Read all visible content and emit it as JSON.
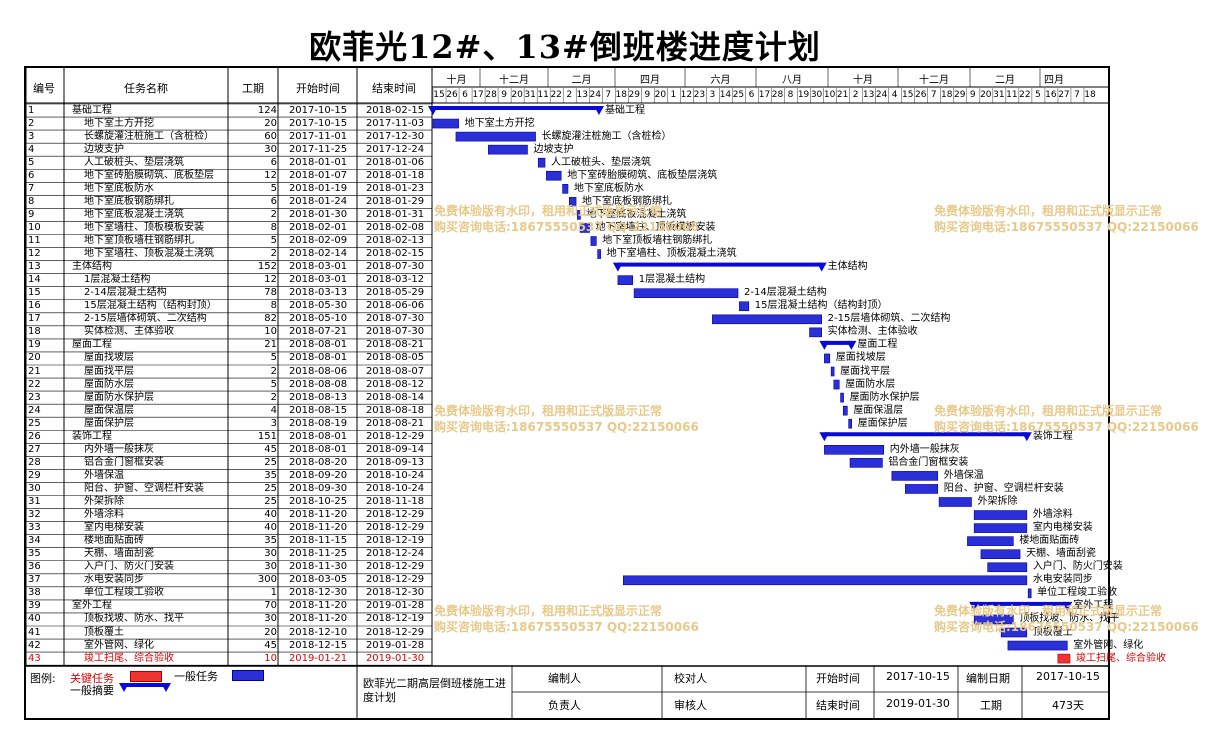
{
  "title": "欧菲光12#、13#倒班楼进度计划",
  "headers": {
    "id": "编号",
    "name": "任务名称",
    "duration": "工期",
    "start": "开始时间",
    "end": "结束时间"
  },
  "timescale": {
    "months": [
      "十月",
      "十二月",
      "二月",
      "四月",
      "六月",
      "八月",
      "十月",
      "十二月",
      "二月",
      "四月"
    ],
    "days": [
      "15",
      "26",
      "6",
      "17",
      "28",
      "9",
      "20",
      "31",
      "11",
      "22",
      "2",
      "13",
      "24",
      "7",
      "18",
      "29",
      "9",
      "20",
      "1",
      "12",
      "23",
      "3",
      "14",
      "25",
      "6",
      "17",
      "28",
      "8",
      "19",
      "30",
      "10",
      "21",
      "2",
      "13",
      "24",
      "4",
      "15",
      "26",
      "7",
      "18",
      "29",
      "9",
      "20",
      "31",
      "11",
      "22",
      "5",
      "16",
      "27",
      "7",
      "18"
    ]
  },
  "tasks": [
    {
      "id": "1",
      "name": "基础工程",
      "dur": "124",
      "start": "2017-10-15",
      "end": "2018-02-15",
      "label": "基础工程",
      "kind": "summary",
      "critical": false
    },
    {
      "id": "2",
      "name": "地下室土方开挖",
      "dur": "20",
      "start": "2017-10-15",
      "end": "2017-11-03",
      "label": "地下室土方开挖",
      "kind": "normal",
      "critical": false
    },
    {
      "id": "3",
      "name": "长螺旋灌注桩施工（含桩检）",
      "dur": "60",
      "start": "2017-11-01",
      "end": "2017-12-30",
      "label": "长螺旋灌注桩施工（含桩检）",
      "kind": "normal",
      "critical": false
    },
    {
      "id": "4",
      "name": "边坡支护",
      "dur": "30",
      "start": "2017-11-25",
      "end": "2017-12-24",
      "label": "边坡支护",
      "kind": "normal",
      "critical": false
    },
    {
      "id": "5",
      "name": "人工破桩头、垫层浇筑",
      "dur": "6",
      "start": "2018-01-01",
      "end": "2018-01-06",
      "label": "人工破桩头、垫层浇筑",
      "kind": "normal",
      "critical": false
    },
    {
      "id": "6",
      "name": "地下室砖胎膜砌筑、底板垫层",
      "dur": "12",
      "start": "2018-01-07",
      "end": "2018-01-18",
      "label": "地下室砖胎膜砌筑、底板垫层浇筑",
      "kind": "normal",
      "critical": false
    },
    {
      "id": "7",
      "name": "地下室底板防水",
      "dur": "5",
      "start": "2018-01-19",
      "end": "2018-01-23",
      "label": "地下室底板防水",
      "kind": "normal",
      "critical": false
    },
    {
      "id": "8",
      "name": "地下室底板钢筋绑扎",
      "dur": "6",
      "start": "2018-01-24",
      "end": "2018-01-29",
      "label": "地下室底板钢筋绑扎",
      "kind": "normal",
      "critical": false
    },
    {
      "id": "9",
      "name": "地下室底板混凝土浇筑",
      "dur": "2",
      "start": "2018-01-30",
      "end": "2018-01-31",
      "label": "地下室底板混凝土浇筑",
      "kind": "normal",
      "critical": false
    },
    {
      "id": "10",
      "name": "地下室墙柱、顶板模板安装",
      "dur": "8",
      "start": "2018-02-01",
      "end": "2018-02-08",
      "label": "地下室墙柱、顶板模板安装",
      "kind": "normal",
      "critical": false
    },
    {
      "id": "11",
      "name": "地下室顶板墙柱钢筋绑扎",
      "dur": "5",
      "start": "2018-02-09",
      "end": "2018-02-13",
      "label": "地下室顶板墙柱钢筋绑扎",
      "kind": "normal",
      "critical": false
    },
    {
      "id": "12",
      "name": "地下室墙柱、顶板混凝土浇筑",
      "dur": "2",
      "start": "2018-02-14",
      "end": "2018-02-15",
      "label": "地下室墙柱、顶板混凝土浇筑",
      "kind": "normal",
      "critical": false
    },
    {
      "id": "13",
      "name": "主体结构",
      "dur": "152",
      "start": "2018-03-01",
      "end": "2018-07-30",
      "label": "主体结构",
      "kind": "summary",
      "critical": false
    },
    {
      "id": "14",
      "name": "1层混凝土结构",
      "dur": "12",
      "start": "2018-03-01",
      "end": "2018-03-12",
      "label": "1层混凝土结构",
      "kind": "normal",
      "critical": false
    },
    {
      "id": "15",
      "name": "2-14层混凝土结构",
      "dur": "78",
      "start": "2018-03-13",
      "end": "2018-05-29",
      "label": "2-14层混凝土结构",
      "kind": "normal",
      "critical": false
    },
    {
      "id": "16",
      "name": "15层混凝土结构（结构封顶）",
      "dur": "8",
      "start": "2018-05-30",
      "end": "2018-06-06",
      "label": "15层混凝土结构（结构封顶）",
      "kind": "normal",
      "critical": false
    },
    {
      "id": "17",
      "name": "2-15层墙体砌筑、二次结构",
      "dur": "82",
      "start": "2018-05-10",
      "end": "2018-07-30",
      "label": "2-15层墙体砌筑、二次结构",
      "kind": "normal",
      "critical": false
    },
    {
      "id": "18",
      "name": "实体检测、主体验收",
      "dur": "10",
      "start": "2018-07-21",
      "end": "2018-07-30",
      "label": "实体检测、主体验收",
      "kind": "normal",
      "critical": false
    },
    {
      "id": "19",
      "name": "屋面工程",
      "dur": "21",
      "start": "2018-08-01",
      "end": "2018-08-21",
      "label": "屋面工程",
      "kind": "summary",
      "critical": false
    },
    {
      "id": "20",
      "name": "屋面找坡层",
      "dur": "5",
      "start": "2018-08-01",
      "end": "2018-08-05",
      "label": "屋面找坡层",
      "kind": "normal",
      "critical": false
    },
    {
      "id": "21",
      "name": "屋面找平层",
      "dur": "2",
      "start": "2018-08-06",
      "end": "2018-08-07",
      "label": "屋面找平层",
      "kind": "normal",
      "critical": false
    },
    {
      "id": "22",
      "name": "屋面防水层",
      "dur": "5",
      "start": "2018-08-08",
      "end": "2018-08-12",
      "label": "屋面防水层",
      "kind": "normal",
      "critical": false
    },
    {
      "id": "23",
      "name": "屋面防水保护层",
      "dur": "2",
      "start": "2018-08-13",
      "end": "2018-08-14",
      "label": "屋面防水保护层",
      "kind": "normal",
      "critical": false
    },
    {
      "id": "24",
      "name": "屋面保温层",
      "dur": "4",
      "start": "2018-08-15",
      "end": "2018-08-18",
      "label": "屋面保温层",
      "kind": "normal",
      "critical": false
    },
    {
      "id": "25",
      "name": "屋面保护层",
      "dur": "3",
      "start": "2018-08-19",
      "end": "2018-08-21",
      "label": "屋面保护层",
      "kind": "normal",
      "critical": false
    },
    {
      "id": "26",
      "name": "装饰工程",
      "dur": "151",
      "start": "2018-08-01",
      "end": "2018-12-29",
      "label": "装饰工程",
      "kind": "summary",
      "critical": false
    },
    {
      "id": "27",
      "name": "内外墙一般抹灰",
      "dur": "45",
      "start": "2018-08-01",
      "end": "2018-09-14",
      "label": "内外墙一般抹灰",
      "kind": "normal",
      "critical": false
    },
    {
      "id": "28",
      "name": "铝合金门窗框安装",
      "dur": "25",
      "start": "2018-08-20",
      "end": "2018-09-13",
      "label": "铝合金门窗框安装",
      "kind": "normal",
      "critical": false
    },
    {
      "id": "29",
      "name": "外墙保温",
      "dur": "35",
      "start": "2018-09-20",
      "end": "2018-10-24",
      "label": "外墙保温",
      "kind": "normal",
      "critical": false
    },
    {
      "id": "30",
      "name": "阳台、护窗、空调栏杆安装",
      "dur": "25",
      "start": "2018-09-30",
      "end": "2018-10-24",
      "label": "阳台、护窗、空调栏杆安装",
      "kind": "normal",
      "critical": false
    },
    {
      "id": "31",
      "name": "外架拆除",
      "dur": "25",
      "start": "2018-10-25",
      "end": "2018-11-18",
      "label": "外架拆除",
      "kind": "normal",
      "critical": false
    },
    {
      "id": "32",
      "name": "外墙涂料",
      "dur": "40",
      "start": "2018-11-20",
      "end": "2018-12-29",
      "label": "外墙涂料",
      "kind": "normal",
      "critical": false
    },
    {
      "id": "33",
      "name": "室内电梯安装",
      "dur": "40",
      "start": "2018-11-20",
      "end": "2018-12-29",
      "label": "室内电梯安装",
      "kind": "normal",
      "critical": false
    },
    {
      "id": "34",
      "name": "楼地面贴面砖",
      "dur": "35",
      "start": "2018-11-15",
      "end": "2018-12-19",
      "label": "楼地面贴面砖",
      "kind": "normal",
      "critical": false
    },
    {
      "id": "35",
      "name": "天棚、墙面刮瓷",
      "dur": "30",
      "start": "2018-11-25",
      "end": "2018-12-24",
      "label": "天棚、墙面刮瓷",
      "kind": "normal",
      "critical": false
    },
    {
      "id": "36",
      "name": "入户门、防火门安装",
      "dur": "30",
      "start": "2018-11-30",
      "end": "2018-12-29",
      "label": "入户门、防火门安装",
      "kind": "normal",
      "critical": false
    },
    {
      "id": "37",
      "name": "水电安装同步",
      "dur": "300",
      "start": "2018-03-05",
      "end": "2018-12-29",
      "label": "水电安装同步",
      "kind": "normal",
      "critical": false
    },
    {
      "id": "38",
      "name": "单位工程竣工验收",
      "dur": "1",
      "start": "2018-12-30",
      "end": "2018-12-30",
      "label": "单位工程竣工验收",
      "kind": "normal",
      "critical": false
    },
    {
      "id": "39",
      "name": "室外工程",
      "dur": "70",
      "start": "2018-11-20",
      "end": "2019-01-28",
      "label": "室外工程",
      "kind": "summary",
      "critical": false
    },
    {
      "id": "40",
      "name": "顶板找坡、防水、找平",
      "dur": "30",
      "start": "2018-11-20",
      "end": "2018-12-19",
      "label": "顶板找坡、防水、找平",
      "kind": "normal",
      "critical": false
    },
    {
      "id": "41",
      "name": "顶板覆土",
      "dur": "20",
      "start": "2018-12-10",
      "end": "2018-12-29",
      "label": "顶板覆土",
      "kind": "normal",
      "critical": false
    },
    {
      "id": "42",
      "name": "室外管网、绿化",
      "dur": "45",
      "start": "2018-12-15",
      "end": "2019-01-28",
      "label": "室外管网、绿化",
      "kind": "normal",
      "critical": false
    },
    {
      "id": "43",
      "name": "竣工扫尾、综合验收",
      "dur": "10",
      "start": "2019-01-21",
      "end": "2019-01-30",
      "label": "竣工扫尾、综合验收",
      "kind": "normal",
      "critical": true
    }
  ],
  "legend": {
    "label": "图例:",
    "critical": "关键任务",
    "normal": "一般任务",
    "summary": "一般摘要"
  },
  "footer": {
    "project": "欧菲光二期高层倒班楼施工进度计划",
    "compiler": "编制人",
    "checker": "校对人",
    "start_label": "开始时间",
    "start_value": "2017-10-15",
    "date_label": "编制日期",
    "date_value": "2017-10-15",
    "owner": "负责人",
    "reviewer": "审核人",
    "end_label": "结束时间",
    "end_value": "2019-01-30",
    "duration_label": "工期",
    "duration_value": "473天"
  },
  "watermark": {
    "line1": "免费体验版有水印，租用和正式版显示正常",
    "line2": "购买咨询电话:18675550537 QQ:22150066"
  },
  "colors": {
    "bar": "#2a2fd6",
    "critical": "#e33",
    "summary": "#0a0ad8",
    "critical_text": "#e00000"
  }
}
